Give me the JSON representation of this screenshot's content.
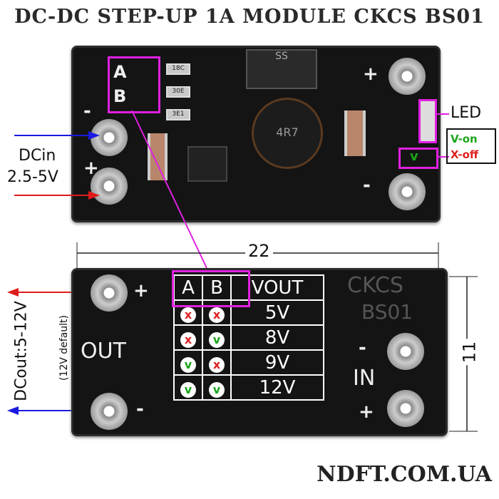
{
  "title": "DC-DC STEP-UP 1A MODULE CKCS BS01",
  "top_board": {
    "pin_a": "A",
    "pin_b": "B",
    "plus": "+",
    "minus": "-",
    "r1": "18C",
    "r2": "30E",
    "r3": "3E1",
    "inductor": "4R7",
    "chip": "SS"
  },
  "annotations": {
    "dc_in": "DCin",
    "dc_in_range": "2.5-5V",
    "led": "LED",
    "legend_on": "V-on",
    "legend_off": "X-off",
    "width": "22",
    "height": "11",
    "dc_out": "DCout:5-12V",
    "dc_out_default": "(12V default)"
  },
  "bottom_board": {
    "out": "OUT",
    "in": "IN",
    "brand": "CKCS",
    "model": "BS01",
    "plus": "+",
    "minus": "-",
    "table": {
      "headers": [
        "A",
        "B",
        "VOUT"
      ],
      "rows": [
        {
          "a": "x",
          "b": "x",
          "vout": "5V"
        },
        {
          "a": "x",
          "b": "v",
          "vout": "8V"
        },
        {
          "a": "v",
          "b": "x",
          "vout": "9V"
        },
        {
          "a": "v",
          "b": "v",
          "vout": "12V"
        }
      ]
    }
  },
  "colors": {
    "on": "#1aa51a",
    "off": "#e02020",
    "accent": "#e020e0",
    "arrow_in": "#1a1ae0",
    "arrow_out": "#e01a1a"
  },
  "footer": "NDFT.COM.UA"
}
